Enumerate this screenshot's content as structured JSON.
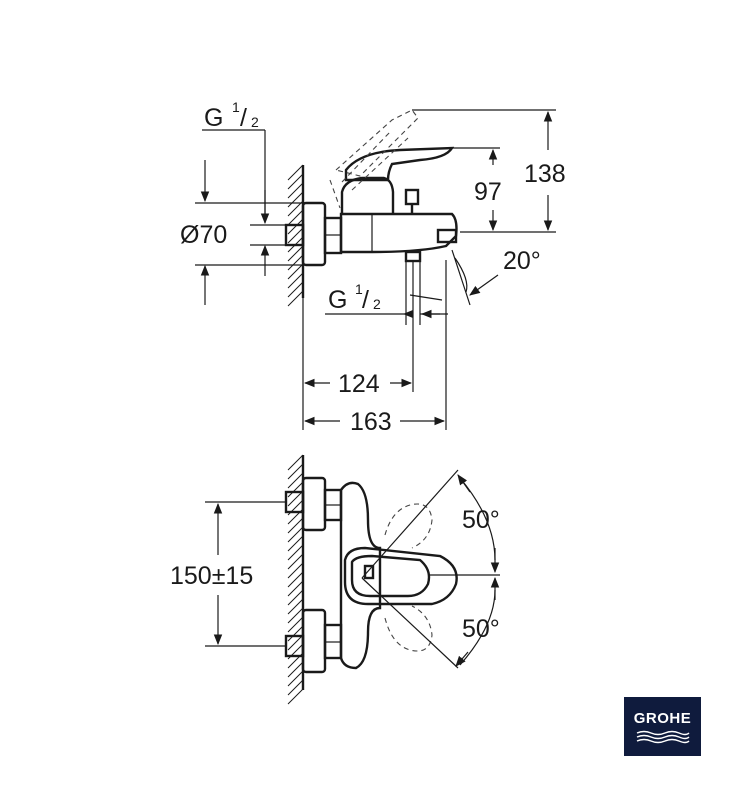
{
  "labels": {
    "thread_top": "G",
    "thread_top_num": "1",
    "thread_top_den": "2",
    "diameter": "Ø70",
    "height_97": "97",
    "height_138": "138",
    "angle_20": "20°",
    "thread_bottom": "G",
    "thread_bottom_num": "1",
    "thread_bottom_den": "2",
    "width_124": "124",
    "width_163": "163",
    "spacing": "150±15",
    "angle_up": "50°",
    "angle_down": "50°"
  },
  "logo": {
    "text": "GROHE"
  },
  "colors": {
    "line": "#1a1a1a",
    "logo_bg": "#0f1b3d",
    "logo_text": "#ffffff"
  }
}
